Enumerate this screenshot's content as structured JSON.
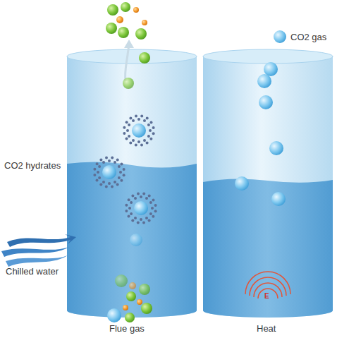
{
  "diagram": {
    "labels": [
      "CO2 gas",
      "CO2 hydrates",
      "Chilled water",
      "Flue gas",
      "Heat",
      "E"
    ]
  }
}
